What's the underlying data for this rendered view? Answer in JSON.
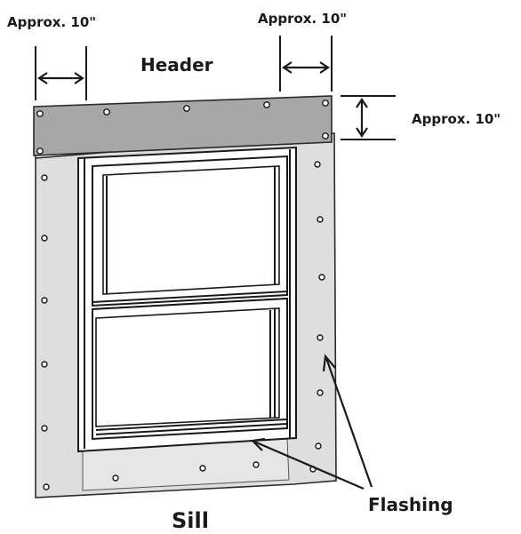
{
  "labels": {
    "header": "Header",
    "sill": "Sill",
    "flashing": "Flashing",
    "dim_left": "Approx. 10\"",
    "dim_right": "Approx. 10\"",
    "dim_vertical": "Approx. 10\""
  },
  "colors": {
    "header_fill": "#a7a7a7",
    "flashing_fill": "#dedede",
    "frame_fill": "#ffffff",
    "line": "#1a1a1a"
  }
}
